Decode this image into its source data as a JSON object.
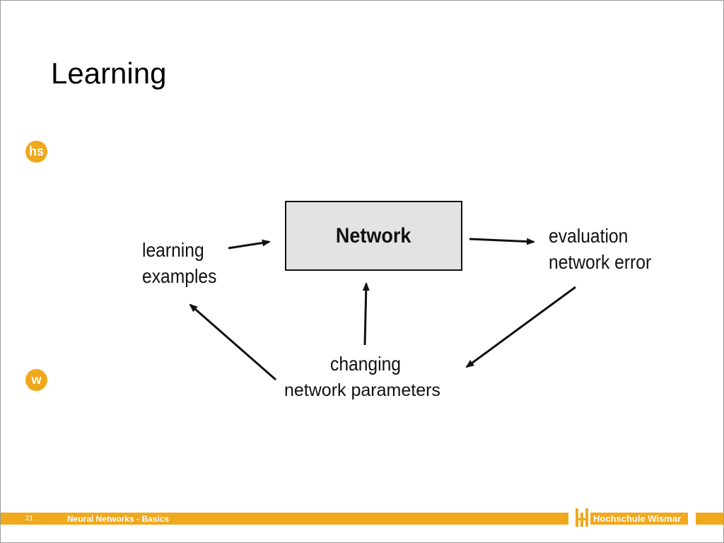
{
  "slide": {
    "title": "Learning",
    "logo_top_text": "hs",
    "logo_bottom_text": "w"
  },
  "diagram": {
    "network_label": "Network",
    "examples_line1": "learning",
    "examples_line2": "examples",
    "evaluation_line1": "evaluation",
    "evaluation_line2": "network error",
    "changing_line1": "changing",
    "changing_line2": "network parameters"
  },
  "footer": {
    "page_number": "21",
    "title": "Neural Networks - Basics",
    "brand": "Hochschule Wismar"
  },
  "colors": {
    "accent": "#f0a81c",
    "box_fill": "#e3e3e3",
    "text": "#111111"
  }
}
